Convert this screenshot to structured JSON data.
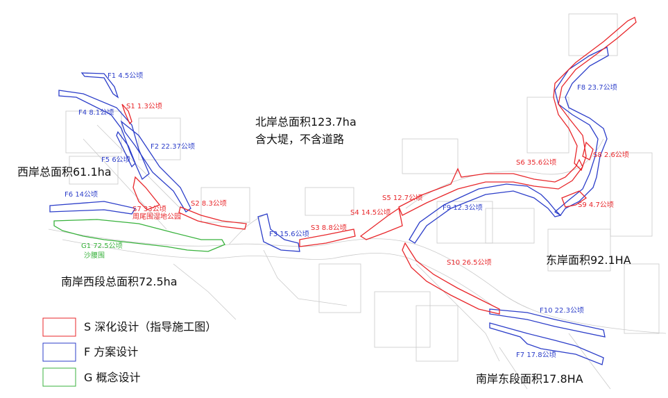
{
  "colors": {
    "s_red": "#e8262a",
    "f_blue": "#2b3dc9",
    "g_green": "#38b23c"
  },
  "parcels": [
    {
      "id": "F1",
      "area": "4.5公顷",
      "kind": "F"
    },
    {
      "id": "S1",
      "area": "1.3公顷",
      "kind": "S"
    },
    {
      "id": "F4",
      "area": "8.1公顷",
      "kind": "F"
    },
    {
      "id": "F2",
      "area": "22.37公顷",
      "kind": "F"
    },
    {
      "id": "F5",
      "area": "6公顷",
      "kind": "F"
    },
    {
      "id": "F6",
      "area": "14公顷",
      "kind": "F"
    },
    {
      "id": "S2",
      "area": "8.3公顷",
      "kind": "S"
    },
    {
      "id": "S7",
      "area": "33公顷",
      "note": "周尾围湿地公园",
      "kind": "S"
    },
    {
      "id": "G1",
      "area": "72.5公顷",
      "note": "沙腰围",
      "kind": "G"
    },
    {
      "id": "F3",
      "area": "15.6公顷",
      "kind": "F"
    },
    {
      "id": "S3",
      "area": "8.8公顷",
      "kind": "S"
    },
    {
      "id": "S4",
      "area": "14.5公顷",
      "kind": "S"
    },
    {
      "id": "S5",
      "area": "12.7公顷",
      "kind": "S"
    },
    {
      "id": "F9",
      "area": "12.3公顷",
      "kind": "F"
    },
    {
      "id": "S6",
      "area": "35.6公顷",
      "kind": "S"
    },
    {
      "id": "F8",
      "area": "23.7公顷",
      "kind": "F"
    },
    {
      "id": "S8",
      "area": "2.6公顷",
      "kind": "S"
    },
    {
      "id": "S9",
      "area": "4.7公顷",
      "kind": "S"
    },
    {
      "id": "S10",
      "area": "26.5公顷",
      "kind": "S"
    },
    {
      "id": "F10",
      "area": "22.3公顷",
      "kind": "F"
    },
    {
      "id": "F7",
      "area": "17.8公顷",
      "kind": "F"
    }
  ],
  "summaries": {
    "north_line1": "北岸总面积123.7ha",
    "north_line2": "含大堤，不含道路",
    "west": "西岸总面积61.1ha",
    "south_west": "南岸西段总面积72.5ha",
    "east": "东岸面积92.1HA",
    "south_east": "南岸东段面积17.8HA"
  },
  "legend": [
    {
      "label": "S 深化设计（指导施工图）",
      "color": "#e8262a"
    },
    {
      "label": "F 方案设计",
      "color": "#2b3dc9"
    },
    {
      "label": "G 概念设计",
      "color": "#38b23c"
    }
  ]
}
